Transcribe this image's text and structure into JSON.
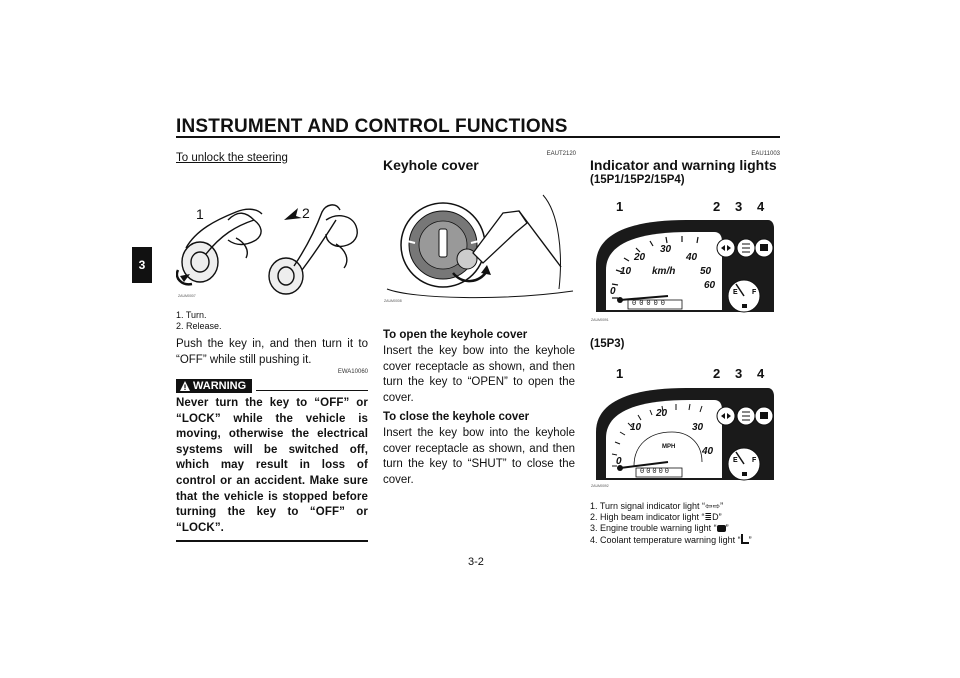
{
  "header": {
    "title": "INSTRUMENT AND CONTROL FUNCTIONS",
    "chapter": "3",
    "page_number": "3-2"
  },
  "col1": {
    "heading": "To unlock the steering",
    "figure": {
      "callout_1": "1",
      "callout_2": "2",
      "tag": "ZAUM0007"
    },
    "captions": [
      "1. Turn.",
      "2. Release."
    ],
    "body": "Push the key in, and then turn it to “OFF” while still pushing it.",
    "code": "EWA10060",
    "warning": {
      "label": "WARNING",
      "text": "Never turn the key to “OFF” or “LOCK” while the vehicle is moving, otherwise the electrical systems will be switched off, which may result in loss of control or an accident. Make sure that the vehicle is stopped before turning the key to “OFF” or “LOCK”."
    }
  },
  "col2": {
    "code": "EAUT2120",
    "title": "Keyhole cover",
    "figure": {
      "tag": "ZAUM0008"
    },
    "open_heading": "To open the keyhole cover",
    "open_text": "Insert the key bow into the keyhole cover receptacle as shown, and then turn the key to “OPEN” to open the cover.",
    "close_heading": "To close the keyhole cover",
    "close_text": "Insert the key bow into the keyhole cover receptacle as shown, and then turn the key to “SHUT” to close the cover."
  },
  "col3": {
    "code": "EAU11003",
    "title": "Indicator and warning lights",
    "variant_1": "(15P1/15P2/15P4)",
    "variant_2": "(15P3)",
    "callouts": [
      "1",
      "2",
      "3",
      "4"
    ],
    "gauge_1": {
      "unit": "km/h",
      "ticks": [
        "0",
        "10",
        "20",
        "30",
        "40",
        "50",
        "60"
      ],
      "odometer": "00000",
      "tag": "ZAUM0091"
    },
    "gauge_2": {
      "unit": "MPH",
      "ticks": [
        "0",
        "10",
        "20",
        "30",
        "40"
      ],
      "odometer": "00000",
      "tag": "ZAUM0092"
    },
    "legend": [
      "1. Turn signal indicator light “⇦⇨”",
      "2. High beam indicator light “≣D”",
      "3. Engine trouble warning light “",
      "4. Coolant temperature warning light “"
    ]
  },
  "colors": {
    "ink": "#111111",
    "panel": "#1a1a1a",
    "bg": "#ffffff"
  }
}
